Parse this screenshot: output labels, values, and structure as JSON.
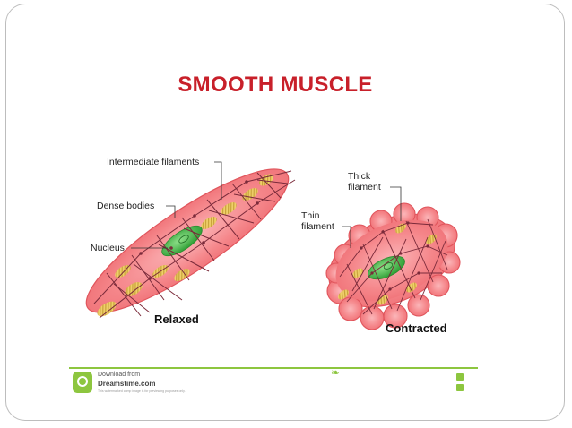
{
  "title": "SMOOTH MUSCLE",
  "labels": {
    "intermediate_filaments": "Intermediate filaments",
    "dense_bodies": "Dense bodies",
    "nucleus": "Nucleus",
    "thick_filament_line1": "Thick",
    "thick_filament_line2": "filament",
    "thin_filament_line1": "Thin",
    "thin_filament_line2": "filament"
  },
  "captions": {
    "relaxed": "Relaxed",
    "contracted": "Contracted"
  },
  "watermark": {
    "line1": "Download from",
    "line2": "Dreamstime.com",
    "line3": "This watermarked comp image is for previewing purposes only."
  },
  "colors": {
    "title": "#c8202a",
    "cell_fill": "#f5868a",
    "cell_edge": "#e0555c",
    "network": "#7a2a3a",
    "nucleus": "#3cb83c",
    "thick_filament": "#e8c35a",
    "watermark_green": "#8dc63f"
  },
  "icons": [
    "dreamstime-logo-icon",
    "sprout-icon",
    "corner-square-icon"
  ]
}
